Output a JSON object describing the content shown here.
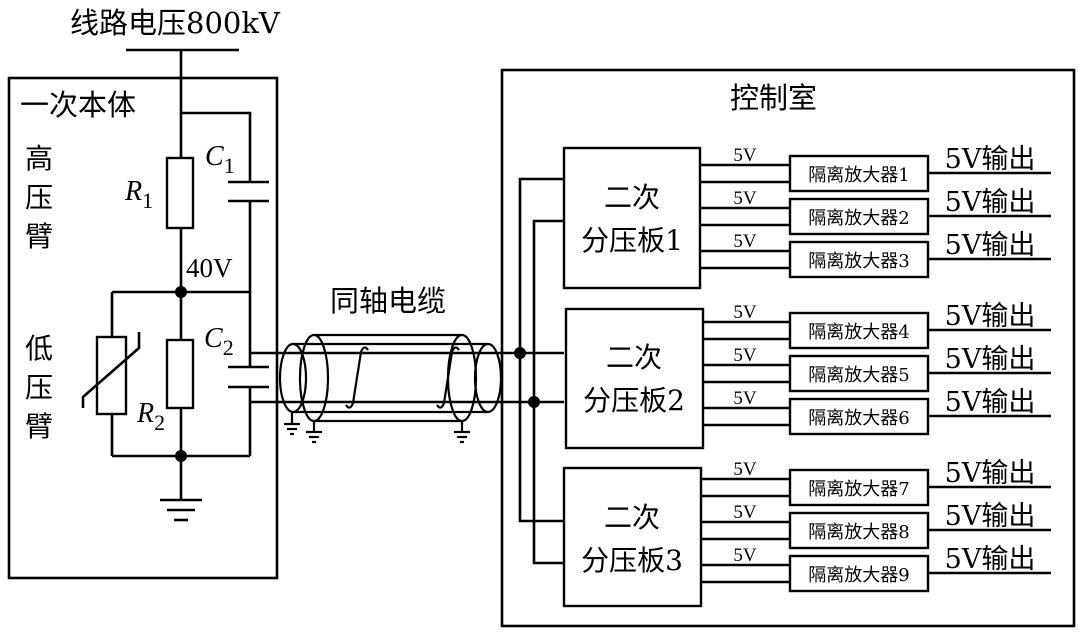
{
  "diagram": {
    "line_voltage_label": "线路电压800kV",
    "primary_body": {
      "title": "一次本体",
      "high_arm_label": [
        "高",
        "压",
        "臂"
      ],
      "low_arm_label": [
        "低",
        "压",
        "臂"
      ],
      "R1": {
        "letter": "R",
        "sub": "1"
      },
      "C1": {
        "letter": "C",
        "sub": "1"
      },
      "R2": {
        "letter": "R",
        "sub": "2"
      },
      "C2": {
        "letter": "C",
        "sub": "2"
      },
      "node_voltage": "40V"
    },
    "cable_label": "同轴电缆",
    "control_room": {
      "title": "控制室",
      "boards": [
        {
          "line1": "二次",
          "line2": "分压板1"
        },
        {
          "line1": "二次",
          "line2": "分压板2"
        },
        {
          "line1": "二次",
          "line2": "分压板3"
        }
      ],
      "channel_voltage": "5V",
      "amplifiers": [
        "隔离放大器1",
        "隔离放大器2",
        "隔离放大器3",
        "隔离放大器4",
        "隔离放大器5",
        "隔离放大器6",
        "隔离放大器7",
        "隔离放大器8",
        "隔离放大器9"
      ],
      "output_label": "5V输出"
    }
  }
}
